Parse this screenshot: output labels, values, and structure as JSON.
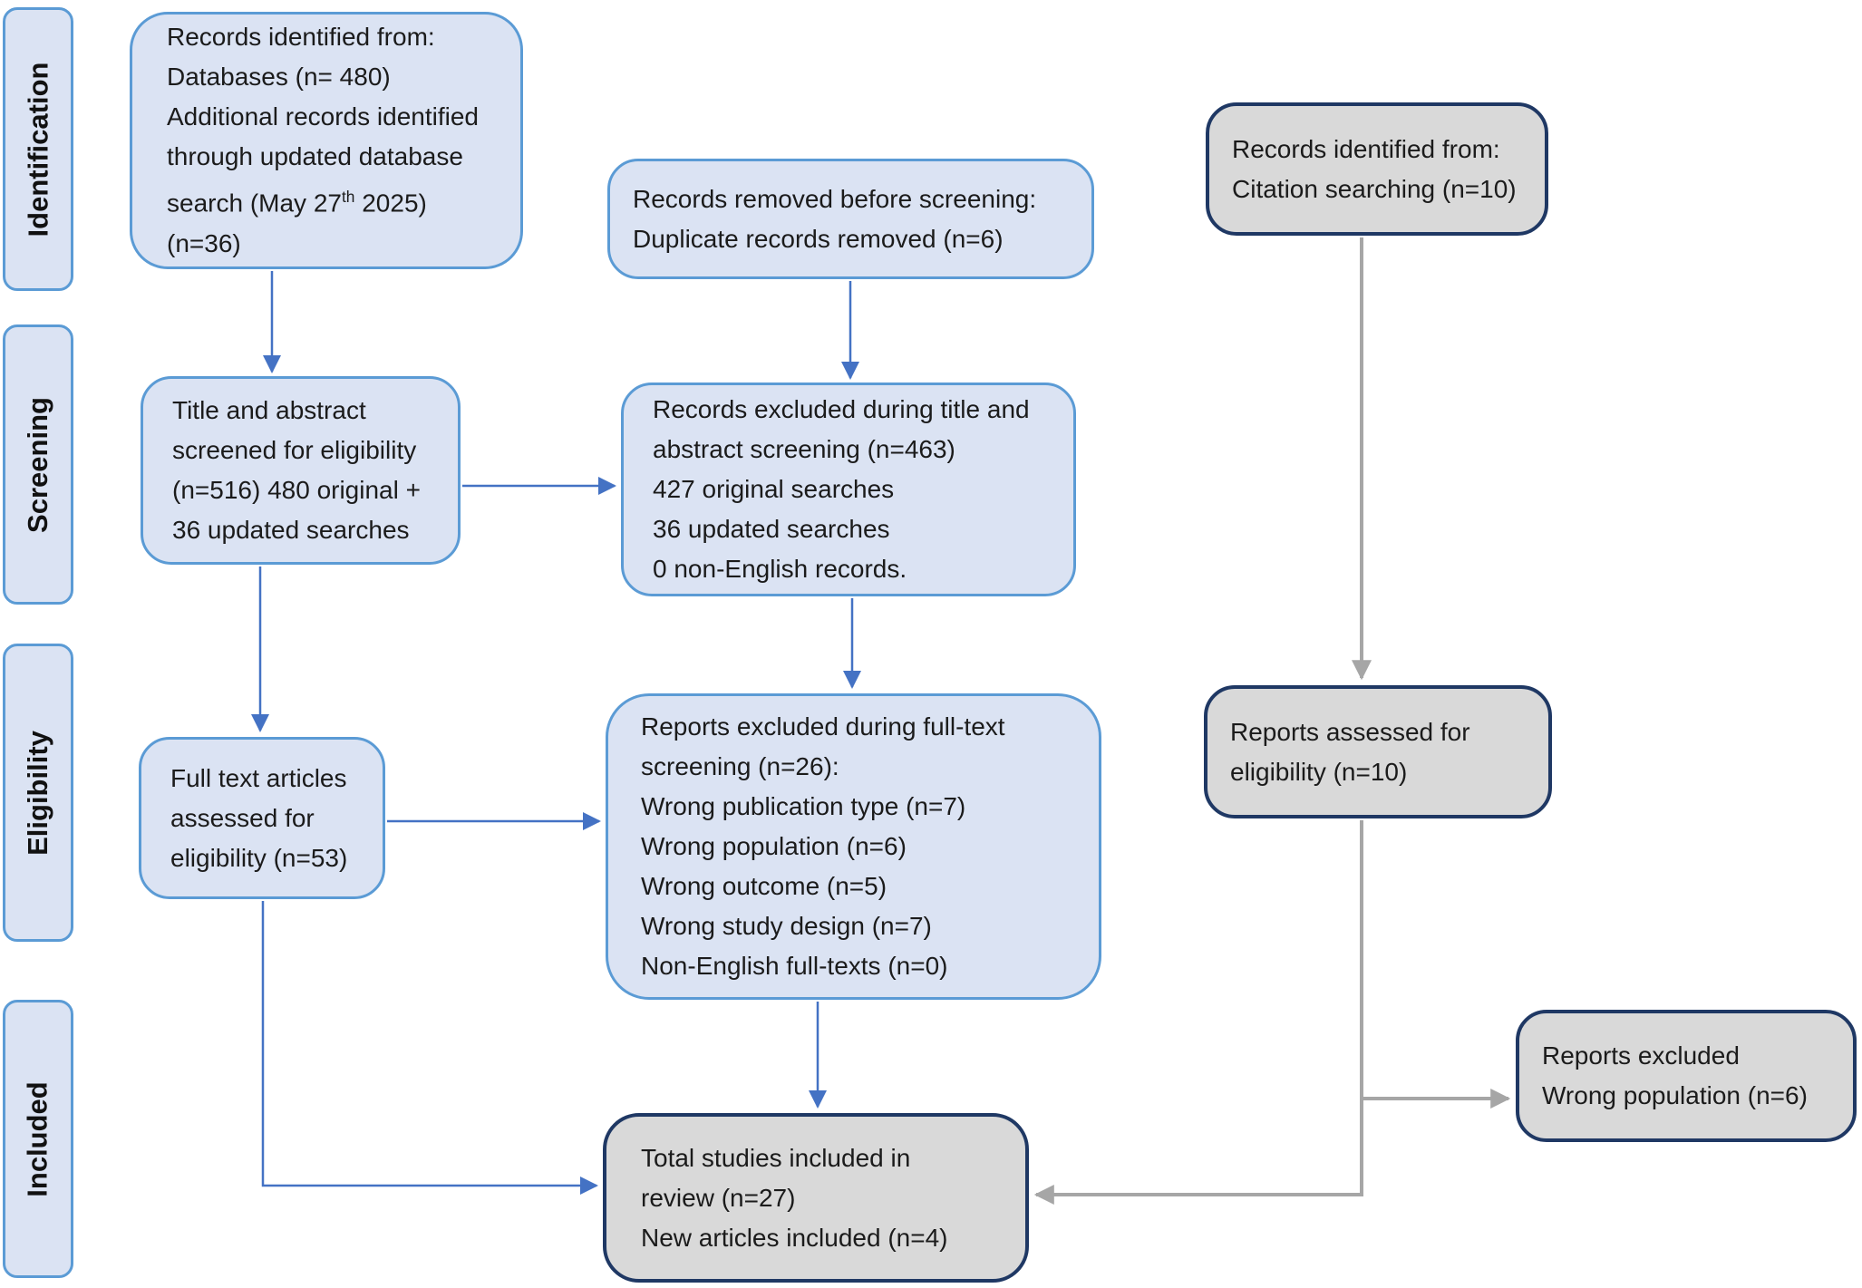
{
  "sidebar": {
    "identification": "Identification",
    "screening": "Screening",
    "eligibility": "Eligibility",
    "included": "Included"
  },
  "boxes": {
    "records_identified": {
      "lines_top": [
        "Records identified from:",
        "Databases (n= 480)",
        "Additional records identified",
        "through updated database"
      ],
      "date_line": {
        "pre": "search (May 27",
        "sup": "th",
        "post": " 2025)"
      },
      "line_last": "(n=36)"
    },
    "records_removed": {
      "lines": [
        "Records removed before screening:",
        "Duplicate records removed (n=6)"
      ]
    },
    "title_abstract": {
      "lines": [
        "Title and abstract",
        "screened for eligibility",
        "(n=516) 480 original +",
        "36 updated searches"
      ]
    },
    "records_excluded_screening": {
      "lines": [
        "Records excluded during title and",
        "abstract screening (n=463)",
        "427 original searches",
        "36 updated searches",
        "0 non-English records."
      ]
    },
    "full_text": {
      "lines": [
        "Full text articles",
        "assessed for",
        "eligibility (n=53)"
      ]
    },
    "reports_excluded_fulltext": {
      "lines": [
        "Reports excluded during full-text",
        "screening (n=26):",
        "Wrong publication type (n=7)",
        "Wrong population (n=6)",
        "Wrong outcome (n=5)",
        "Wrong study design (n=7)",
        "Non-English full-texts (n=0)"
      ]
    },
    "citation": {
      "lines": [
        "Records identified from:",
        "Citation searching (n=10)"
      ]
    },
    "reports_assessed": {
      "lines": [
        "Reports assessed for",
        "eligibility (n=10)"
      ]
    },
    "reports_excluded_population": {
      "lines": [
        "Reports excluded",
        "Wrong population (n=6)"
      ]
    },
    "total_included": {
      "lines": [
        "Total studies included in",
        "review (n=27)",
        "New articles included (n=4)"
      ]
    }
  },
  "colors": {
    "box_fill_blue": "#dbe3f3",
    "box_border_blue": "#5b9bd5",
    "arrow_blue": "#4472c4",
    "box_fill_gray": "#d9d9d9",
    "box_border_dark": "#1f3864",
    "arrow_gray": "#a6a6a6"
  }
}
